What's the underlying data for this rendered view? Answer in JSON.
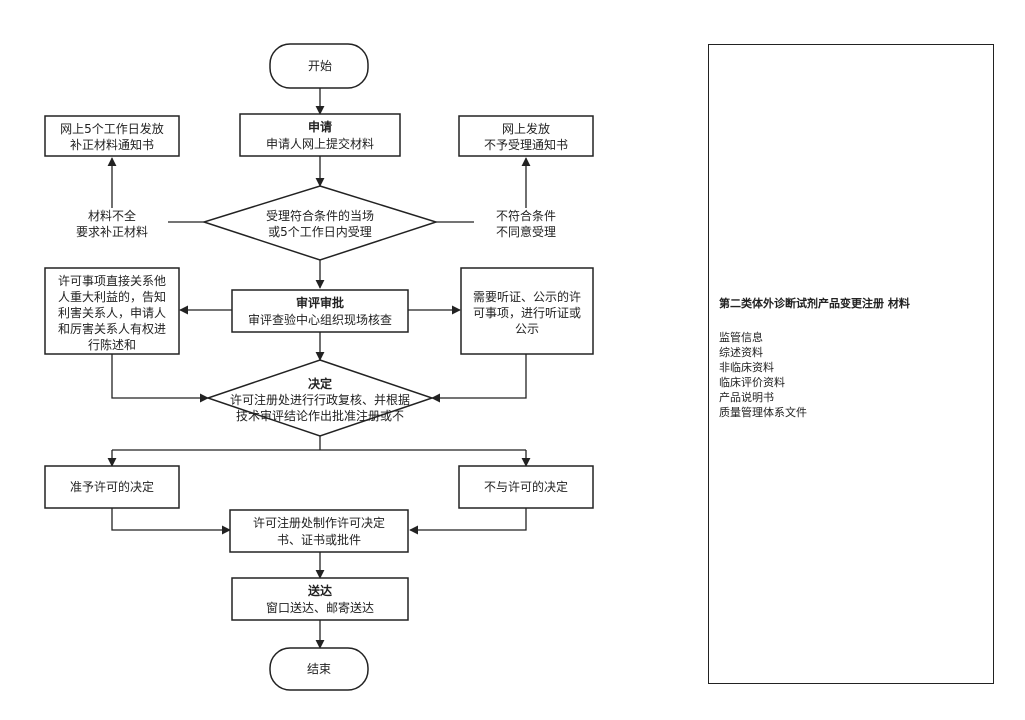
{
  "flow": {
    "start": "开始",
    "end": "结束",
    "apply": {
      "title": "申请",
      "desc": "申请人网上提交材料"
    },
    "supplement_notice": [
      "网上5个工作日发放",
      "补正材料通知书"
    ],
    "reject_notice": [
      "网上发放",
      "不予受理通知书"
    ],
    "accept_decision": [
      "受理符合条件的当场",
      "或5个工作日内受理"
    ],
    "incomplete_label": [
      "材料不全",
      "要求补正材料"
    ],
    "noncompliant_label": [
      "不符合条件",
      "不同意受理"
    ],
    "review": {
      "title": "审评审批",
      "desc": "审评查验中心组织现场核查"
    },
    "party_statement": [
      "许可事项直接关系他",
      "人重大利益的，告知",
      "利害关系人，申请人",
      "和厉害关系人有权进",
      "行陈述和"
    ],
    "hearing": [
      "需要听证、公示的许",
      "可事项，进行听证或",
      "公示"
    ],
    "decision": {
      "title": "决定",
      "lines": [
        "许可注册处进行行政复核、并根据",
        "技术审评结论作出批准注册或不"
      ]
    },
    "grant": "准予许可的决定",
    "deny": "不与许可的决定",
    "make_docs": [
      "许可注册处制作许可决定",
      "书、证书或批件"
    ],
    "delivery": {
      "title": "送达",
      "desc": "窗口送达、邮寄送达"
    }
  },
  "sidebar": {
    "title": "第二类体外诊断试剂产品变更注册  材料",
    "items": [
      "监管信息",
      "综述资料",
      "非临床资料",
      "临床评价资料",
      "产品说明书",
      "质量管理体系文件"
    ]
  }
}
